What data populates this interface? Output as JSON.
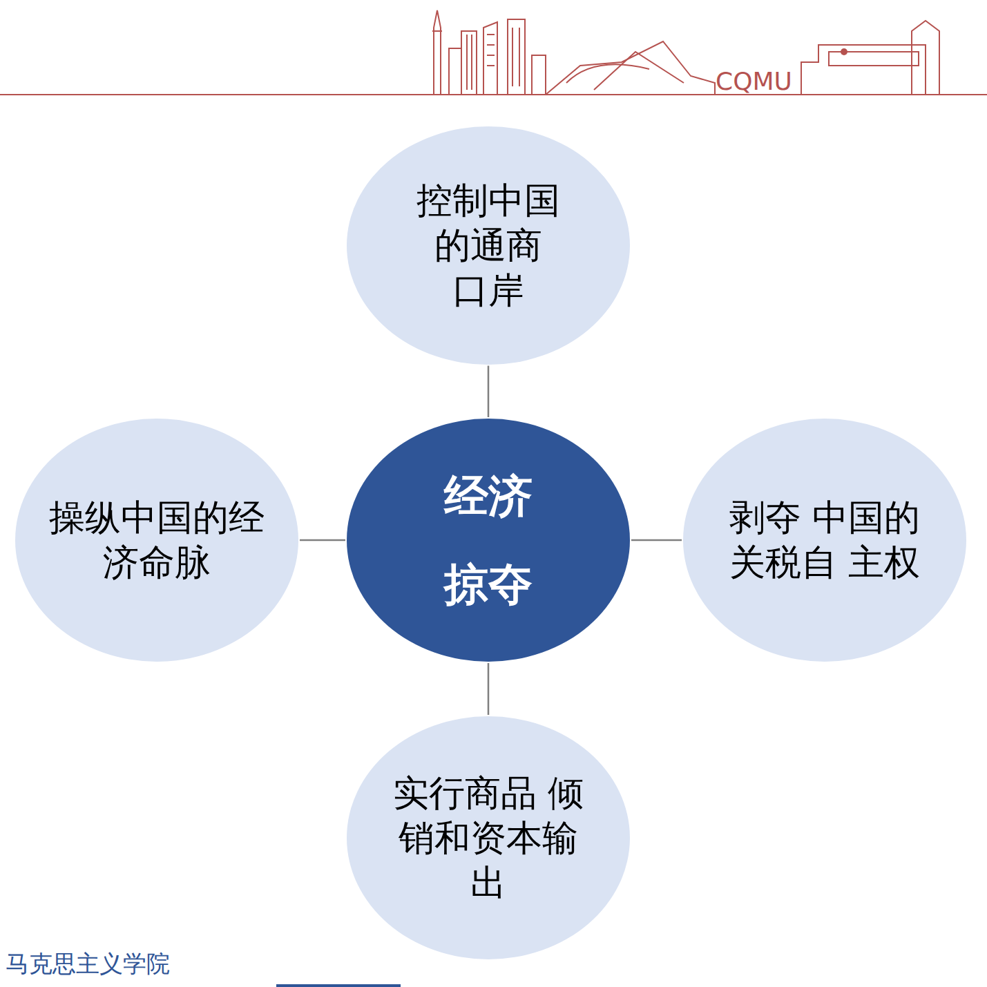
{
  "diagram": {
    "nodes": [
      {
        "text": [
          "控制中国 的通商 口岸"
        ]
      },
      {
        "text": [
          "操纵中国的经 济命脉"
        ]
      },
      {
        "text": [
          "经济 掠夺"
        ]
      },
      {
        "text": [
          "剥夺 中国的关税自 主权"
        ]
      },
      {
        "text": [
          "实行商品 倾销和资本输 出"
        ]
      }
    ],
    "edges": [
      {
        "from": 2,
        "to": 0,
        "arrow": "none"
      },
      {
        "from": 2,
        "to": 1,
        "arrow": "none"
      },
      {
        "from": 2,
        "to": 3,
        "arrow": "none"
      },
      {
        "from": 2,
        "to": 4,
        "arrow": "none"
      }
    ],
    "labels": [
      "CQMU",
      "马克思主义学院"
    ]
  }
}
